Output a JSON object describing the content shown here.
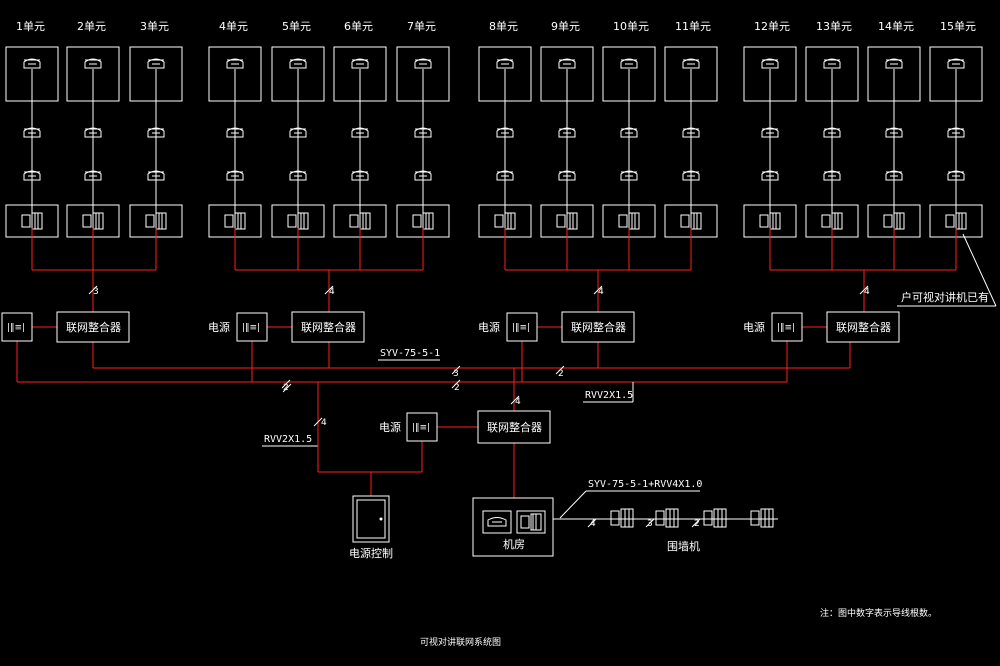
{
  "units": [
    "1单元",
    "2单元",
    "3单元",
    "4单元",
    "5单元",
    "6单元",
    "7单元",
    "8单元",
    "9单元",
    "10单元",
    "11单元",
    "12单元",
    "13单元",
    "14单元",
    "15单元"
  ],
  "labels": {
    "integrator": "联网整合器",
    "power": "电源",
    "power_control": "电源控制",
    "machine_room": "机房",
    "perimeter_unit": "围墙机",
    "existing_note": "户可视对讲机已有",
    "note": "注：图中数字表示导线根数。",
    "title": "可视对讲联网系统图"
  },
  "cables": {
    "syv": "SYV-75-5-1",
    "rvv_right": "RVV2X1.5",
    "rvv_left": "RVV2X1.5",
    "syv_rvv": "SYV-75-5-1+RVV4X1.0"
  },
  "wire_counts": {
    "group1": "3",
    "group2": "4",
    "group3": "4",
    "group4": "4",
    "bus_a": "2",
    "bus_b": "2",
    "bus_c": "2",
    "bus_d": "3",
    "center_up": "4",
    "left_down": "4",
    "room_out": "4",
    "peri1": "3",
    "peri2": "2"
  },
  "colors": {
    "line_white": "#ffffff",
    "line_red": "#ff2020",
    "background": "#000000"
  }
}
